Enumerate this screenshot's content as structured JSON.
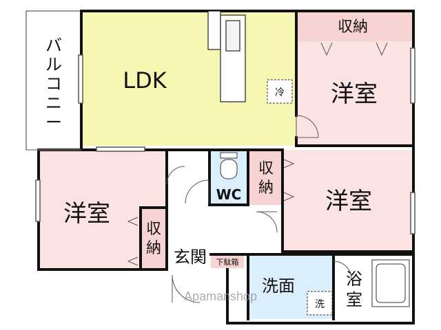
{
  "labels": {
    "balcony": "バルコニー",
    "ldk": "LDK",
    "storage_top": "収納",
    "western_room_top_right": "洋室",
    "western_room_left": "洋室",
    "western_room_right": "洋室",
    "wc": "WC",
    "storage_middle": "収納",
    "storage_left": "収納",
    "entrance": "玄関",
    "shoe_box": "下駄箱",
    "washroom": "洗面",
    "bath": "浴室",
    "fridge": "冷",
    "washer": "洗",
    "watermark": "Apamanshop"
  },
  "colors": {
    "ldk": "#f7f7b4",
    "western": "#fbe3e3",
    "storage": "#f8d3d3",
    "wc": "#dbeefb",
    "washroom": "#dbeefb",
    "hall": "#ffffff",
    "wall": "#111111"
  }
}
